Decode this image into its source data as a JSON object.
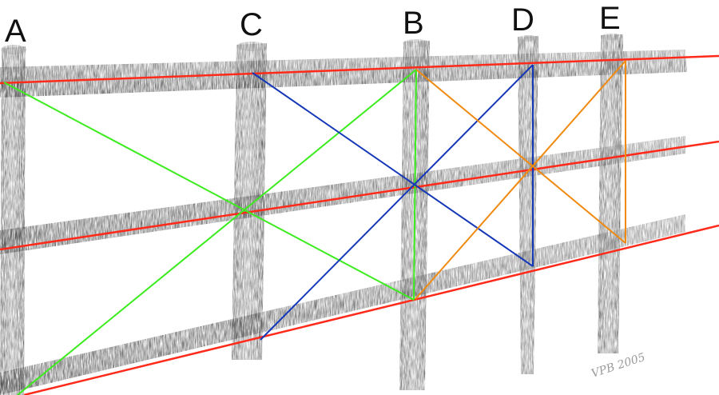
{
  "labels": {
    "a": "A",
    "b": "B",
    "c": "C",
    "d": "D",
    "e": "E"
  },
  "signature": "VPB 2005",
  "colors": {
    "perspective_lines": "#ff2a1a",
    "green_construction": "#3cec1e",
    "blue_construction": "#1538b8",
    "orange_construction": "#f08a10",
    "wood": "#6a6a6a"
  }
}
